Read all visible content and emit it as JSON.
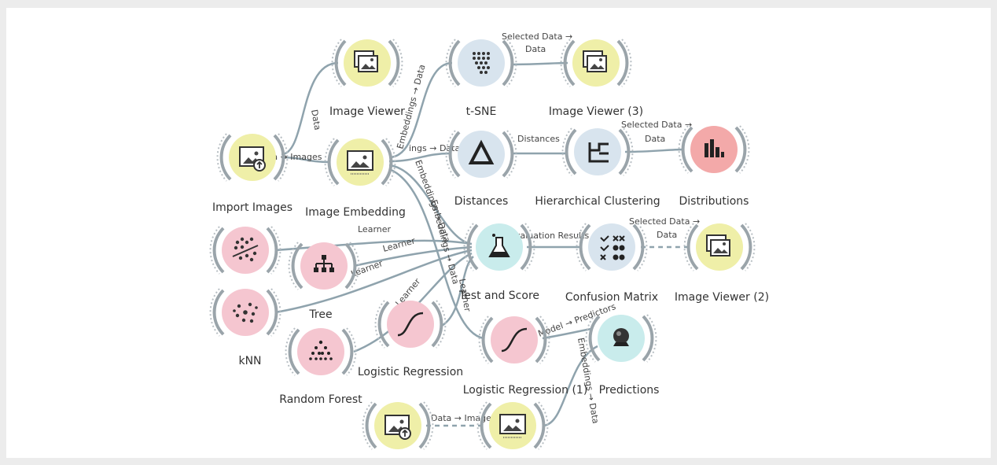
{
  "canvas": {
    "background": "#ffffff"
  },
  "colors": {
    "data": "#efefa8",
    "model": "#f5c6d0",
    "unsupervised": "#d8e4ee",
    "evaluate": "#c9ecec",
    "visualize": "#f3a9a9",
    "wire": "#8fa3ad"
  },
  "nodes": {
    "import_images": {
      "label": "Import Images",
      "icon": "import-images-icon"
    },
    "image_viewer": {
      "label": "Image Viewer",
      "icon": "image-viewer-icon"
    },
    "image_embedding": {
      "label": "Image Embedding",
      "icon": "image-embedding-icon"
    },
    "tsne": {
      "label": "t-SNE",
      "icon": "tsne-icon"
    },
    "image_viewer_3": {
      "label": "Image Viewer (3)",
      "icon": "image-viewer-icon"
    },
    "distances": {
      "label": "Distances",
      "icon": "distances-icon"
    },
    "hierarchical_clustering": {
      "label": "Hierarchical Clustering",
      "icon": "dendrogram-icon"
    },
    "distributions": {
      "label": "Distributions",
      "icon": "bar-chart-icon"
    },
    "svm": {
      "label": "",
      "icon": "svm-icon"
    },
    "tree": {
      "label": "Tree",
      "icon": "tree-icon"
    },
    "knn": {
      "label": "kNN",
      "icon": "knn-icon"
    },
    "random_forest": {
      "label": "Random Forest",
      "icon": "random-forest-icon"
    },
    "logistic_regression": {
      "label": "Logistic Regression",
      "icon": "sigmoid-icon"
    },
    "test_and_score": {
      "label": "Test and Score",
      "icon": "flask-icon"
    },
    "confusion_matrix": {
      "label": "Confusion Matrix",
      "icon": "confusion-matrix-icon"
    },
    "image_viewer_2": {
      "label": "Image Viewer (2)",
      "icon": "image-viewer-icon"
    },
    "logistic_regression_1": {
      "label": "Logistic Regression (1)",
      "icon": "sigmoid-icon"
    },
    "predictions": {
      "label": "Predictions",
      "icon": "crystal-ball-icon"
    },
    "import_images_1": {
      "label": "",
      "icon": "import-images-icon"
    },
    "image_embedding_1": {
      "label": "",
      "icon": "image-embedding-icon"
    }
  },
  "links": {
    "data": "Data",
    "data_images": "Data → Images",
    "data_images_short": "ta → Images",
    "embeddings_data": "Embeddings → Data",
    "embeddings_data_short": "ings → Data",
    "selected_data": "Selected Data →",
    "data_line2": "Data",
    "distances": "Distances",
    "learner": "Learner",
    "evaluation_results": "Evaluation Results",
    "model_predictors": "Model → Predictors"
  }
}
